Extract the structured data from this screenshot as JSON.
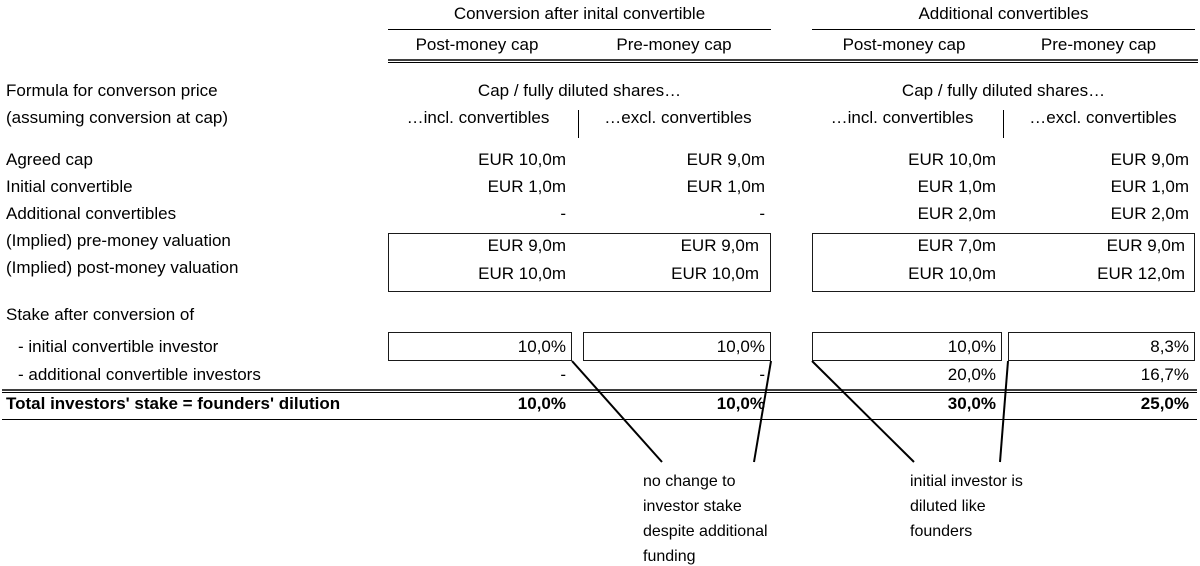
{
  "table": {
    "group_headers": [
      {
        "label": "Conversion after inital convertible"
      },
      {
        "label": "Additional convertibles"
      }
    ],
    "column_headers": [
      {
        "label": "Post-money cap"
      },
      {
        "label": "Pre-money cap"
      },
      {
        "label": "Post-money cap"
      },
      {
        "label": "Pre-money cap"
      }
    ],
    "formula_row": {
      "label_line1": "Formula for converson price",
      "label_line2": "(assuming conversion at cap)",
      "shared_line_left": "Cap / fully diluted shares…",
      "shared_line_right": "Cap / fully diluted shares…",
      "cells": [
        "…incl. convertibles",
        "…excl. convertibles",
        "…incl. convertibles",
        "…excl. convertibles"
      ]
    },
    "rows": [
      {
        "label": "Agreed cap",
        "values": [
          "EUR 10,0m",
          "EUR 9,0m",
          "EUR 10,0m",
          "EUR 9,0m"
        ]
      },
      {
        "label": "Initial convertible",
        "values": [
          "EUR 1,0m",
          "EUR 1,0m",
          "EUR 1,0m",
          "EUR 1,0m"
        ]
      },
      {
        "label": "Additional convertibles",
        "values": [
          "-",
          "-",
          "EUR 2,0m",
          "EUR 2,0m"
        ]
      },
      {
        "label": "(Implied) pre-money valuation",
        "values": [
          "EUR 9,0m",
          "EUR 9,0m",
          "EUR 7,0m",
          "EUR 9,0m"
        ]
      },
      {
        "label": "(Implied) post-money valuation",
        "values": [
          "EUR 10,0m",
          "EUR 10,0m",
          "EUR 10,0m",
          "EUR 12,0m"
        ]
      },
      {
        "label": "Stake after conversion of",
        "values": [
          "",
          "",
          "",
          ""
        ]
      },
      {
        "label": " - initial convertible investor",
        "values": [
          "10,0%",
          "10,0%",
          "10,0%",
          "8,3%"
        ]
      },
      {
        "label": " - additional convertible investors",
        "values": [
          "-",
          "-",
          "20,0%",
          "16,7%"
        ]
      }
    ],
    "total_row": {
      "label": "Total investors' stake = founders' dilution",
      "values": [
        "10,0%",
        "10,0%",
        "30,0%",
        "25,0%"
      ]
    }
  },
  "annotations": [
    {
      "text": "no change to\ninvestor stake\ndespite additional\nfunding"
    },
    {
      "text": "initial investor is\ndiluted like\nfounders"
    }
  ],
  "colors": {
    "text": "#000000",
    "rule": "#3f3f3f",
    "box_border": "#1a1a1a",
    "background": "#ffffff"
  }
}
